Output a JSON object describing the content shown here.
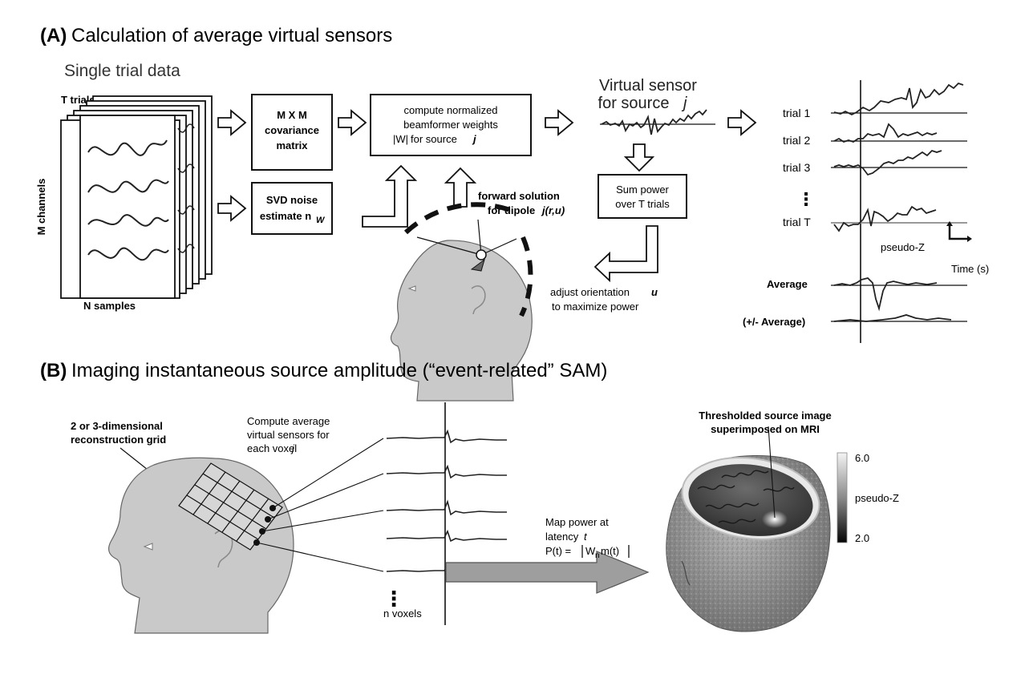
{
  "panel_a": {
    "letter": "(A)",
    "title": "Calculation of average virtual sensors",
    "single_trial_heading": "Single trial data",
    "t_trials": "T trials",
    "m_channels": "M channels",
    "n_samples": "N samples",
    "cov_box": [
      "M X M",
      "covariance",
      "matrix"
    ],
    "svd_box": [
      "SVD noise",
      "estimate n"
    ],
    "svd_sub": "W",
    "beam_box": [
      "compute normalized",
      "beamformer weights",
      "for source"
    ],
    "beam_w": "|W|",
    "beam_j": "j",
    "forward_line1": "forward solution",
    "forward_line2_prefix": "for dipole ",
    "forward_line2_ital": "j(r,u)",
    "vs_line1": "Virtual sensor",
    "vs_line2_prefix": "for source ",
    "vs_line2_ital": "j",
    "sum_box": [
      "Sum power",
      "over T trials"
    ],
    "adjust_line1_prefix": "adjust orientation ",
    "adjust_line1_ital": "u",
    "adjust_line2": "to maximize power",
    "trials": [
      "trial 1",
      "trial 2",
      "trial 3",
      "trial T"
    ],
    "vdots": "⋮",
    "pseudo_z": "pseudo-Z",
    "time_axis": "Time (s)",
    "average": "Average",
    "pm_average": "(+/- Average)"
  },
  "panel_b": {
    "letter": "(B)",
    "title": "Imaging instantaneous source amplitude (“event-related” SAM)",
    "grid_label": [
      "2 or 3-dimensional",
      "reconstruction grid"
    ],
    "compute_label": [
      "Compute average",
      "virtual sensors for",
      "each voxel"
    ],
    "compute_j": "j",
    "n_voxels": "n voxels",
    "map_label": [
      "Map power at",
      "latency"
    ],
    "map_t": "t",
    "formula_prefix": "P(t) = ",
    "formula_w": "W",
    "formula_sub": "n",
    "formula_rest": "m(t)",
    "thresh_label": [
      "Thresholded source image",
      "superimposed on MRI"
    ],
    "colorbar_max": "6.0",
    "colorbar_min": "2.0",
    "colorbar_label": "pseudo-Z"
  },
  "colors": {
    "head_fill": "#c9c9c9",
    "arrow_fill": "#9e9e9e",
    "box_stroke": "#111111"
  }
}
